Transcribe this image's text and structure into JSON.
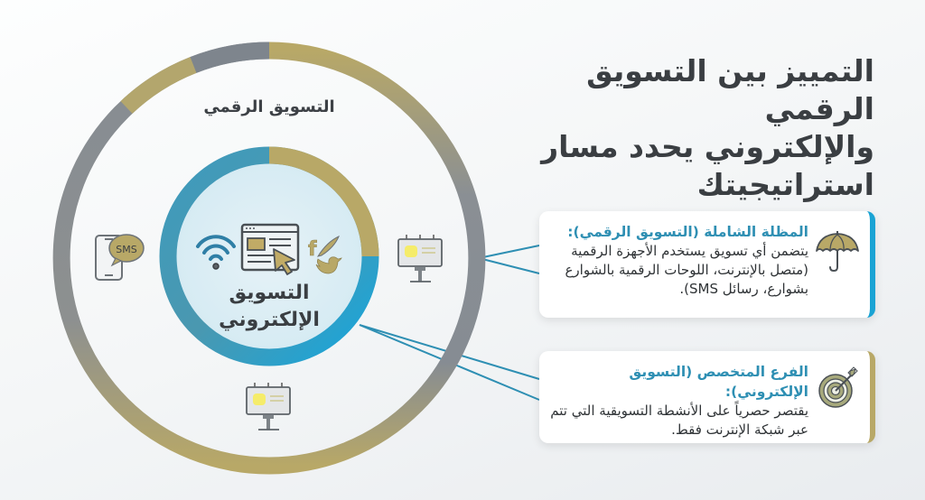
{
  "title": {
    "lines": [
      "التمييز بين التسويق الرقمي",
      "والإلكتروني يحدد مسار",
      "استراتيجيتك"
    ]
  },
  "outer_ring": {
    "label": "التسويق الرقمي",
    "icons": [
      "sms-phone-icon",
      "billboard-icon",
      "billboard-icon"
    ]
  },
  "inner_ring": {
    "label_lines": [
      "التسويق",
      "الإلكتروني"
    ],
    "icons": [
      "wifi-icon",
      "web-browser-cursor-icon",
      "facebook-icon",
      "twitter-icon"
    ]
  },
  "cards": [
    {
      "heading": "المظلة الشاملة (التسويق الرقمي):",
      "text": "يتضمن أي تسويق يستخدم الأجهزة الرقمية (متصل بالإنترنت، اللوحات الرقمية بالشوارع بشوارع، رسائل SMS).",
      "icon": "umbrella-icon",
      "accent": "#1aa3d4"
    },
    {
      "heading": "الفرع المتخصص (التسويق الإلكتروني):",
      "text": "يقتصر حصرياً على الأنشطة التسويقية التي تتم عبر شبكة الإنترنت فقط.",
      "icon": "target-icon",
      "accent": "#b8a867"
    }
  ],
  "colors": {
    "gold": "#b8a867",
    "grey": "#868c93",
    "blue": "#1aa3d4",
    "teal": "#3d95b6",
    "inner_fill": "#dcedf4",
    "text_dark": "#3a3e42"
  },
  "sms_label": "SMS"
}
